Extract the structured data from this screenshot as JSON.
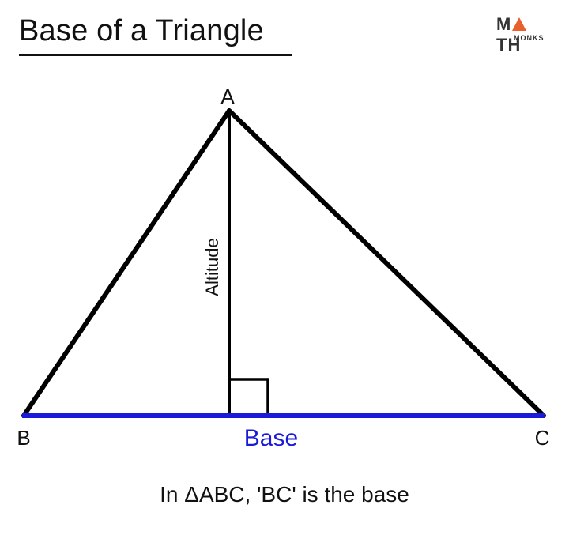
{
  "header": {
    "title": "Base of a Triangle",
    "logo": {
      "top": "MATH",
      "top_left": "M",
      "top_right": "TH",
      "bottom": "MONKS",
      "accent_color": "#e8602c"
    }
  },
  "diagram": {
    "vertices": {
      "A": "A",
      "B": "B",
      "C": "C"
    },
    "altitude_label": "Altitude",
    "base_label": "Base",
    "base_color": "#1a1adb",
    "line_color": "#000000"
  },
  "caption": "In ΔABC, 'BC' is the base"
}
